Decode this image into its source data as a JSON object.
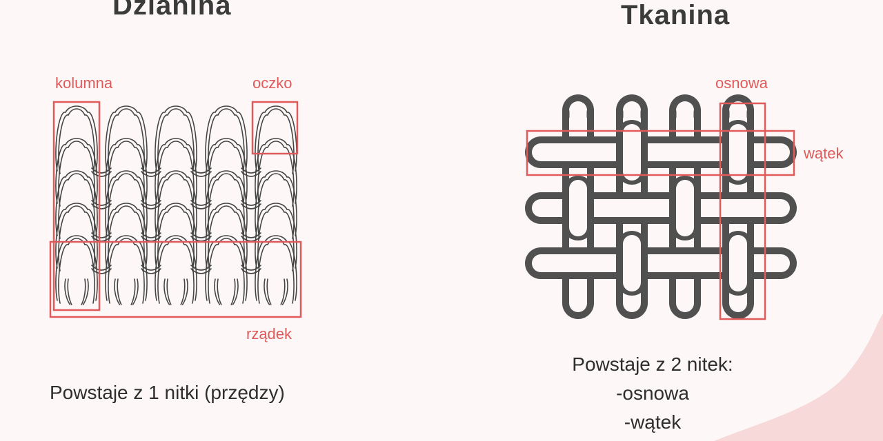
{
  "left_panel": {
    "title": "Dzianina",
    "labels": {
      "column": "kolumna",
      "loop": "oczko",
      "row": "rządek"
    },
    "caption": "Powstaje z 1 nitki (przędzy)"
  },
  "right_panel": {
    "title": "Tkanina",
    "labels": {
      "warp": "osnowa",
      "weft": "wątek"
    },
    "caption_lines": [
      "Powstaje z 2 nitek:",
      "-osnowa",
      "-wątek"
    ]
  },
  "colors": {
    "background": "#fdf8f7",
    "accent": "#e05a5a",
    "thread": "#505050",
    "text": "#2e2e2e",
    "blob": "#f7d6d6"
  }
}
